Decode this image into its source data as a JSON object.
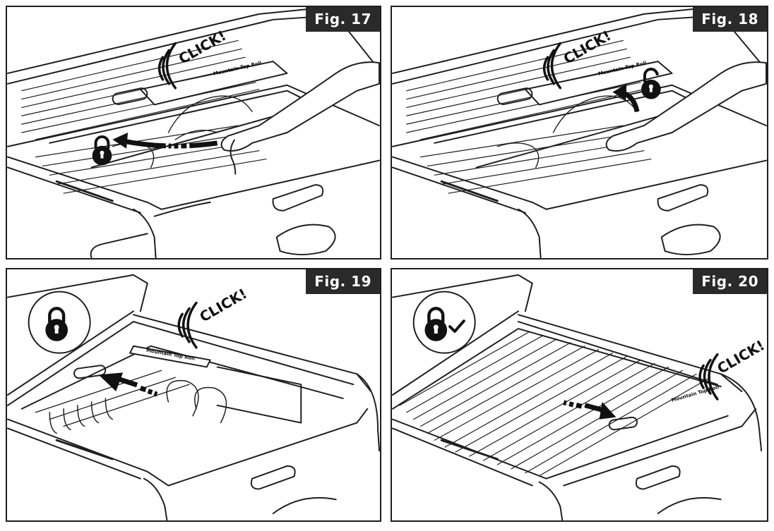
{
  "figures": [
    {
      "label": "Fig. 17",
      "click": "CLICK!",
      "brand": "Mountain Top Roll",
      "icon": "padlock-icon"
    },
    {
      "label": "Fig. 18",
      "click": "CLICK!",
      "brand": "Mountain Top Roll",
      "icon": "padlock-open-icon"
    },
    {
      "label": "Fig. 19",
      "click": "CLICK!",
      "brand": "Mountain Top Roll",
      "icon": "padlock-icon"
    },
    {
      "label": "Fig. 20",
      "click": "CLICK!",
      "brand": "Mountain Top Roll",
      "icon": "padlock-check-icon"
    }
  ],
  "colors": {
    "line": "#1e1e1e",
    "label_bg": "#2a2a2a",
    "label_text": "#ffffff"
  }
}
